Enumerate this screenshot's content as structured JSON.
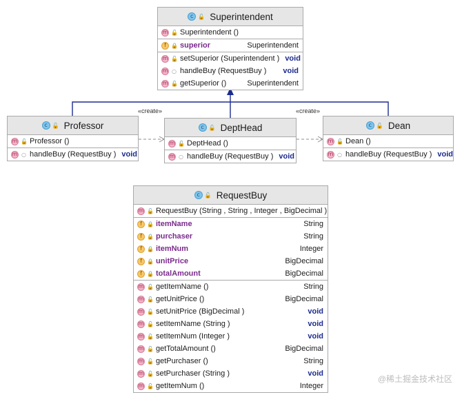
{
  "classes": {
    "superintendent": {
      "name": "Superintendent",
      "kind_icon": "class-icon",
      "members": [
        [
          {
            "kind": "m",
            "vis": "pub",
            "sig": "Superintendent ()",
            "ret": ""
          }
        ],
        [
          {
            "kind": "f",
            "vis": "priv",
            "sig": "superior",
            "ret": "Superintendent"
          }
        ],
        [
          {
            "kind": "m",
            "vis": "pub",
            "sig": "setSuperior (Superintendent )",
            "ret": "void"
          },
          {
            "kind": "m",
            "vis": "pkg",
            "sig": "handleBuy (RequestBuy )",
            "ret": "void"
          },
          {
            "kind": "m",
            "vis": "pub",
            "sig": "getSuperior ()",
            "ret": "Superintendent"
          }
        ]
      ]
    },
    "professor": {
      "name": "Professor",
      "members": [
        [
          {
            "kind": "m",
            "vis": "pub",
            "sig": "Professor ()",
            "ret": ""
          }
        ],
        [
          {
            "kind": "m",
            "vis": "pkg",
            "sig": "handleBuy (RequestBuy )",
            "ret": "void"
          }
        ]
      ]
    },
    "depthead": {
      "name": "DeptHead",
      "members": [
        [
          {
            "kind": "m",
            "vis": "pub",
            "sig": "DeptHead ()",
            "ret": ""
          }
        ],
        [
          {
            "kind": "m",
            "vis": "pkg",
            "sig": "handleBuy (RequestBuy )",
            "ret": "void"
          }
        ]
      ]
    },
    "dean": {
      "name": "Dean",
      "members": [
        [
          {
            "kind": "m",
            "vis": "pub",
            "sig": "Dean ()",
            "ret": ""
          }
        ],
        [
          {
            "kind": "m",
            "vis": "pkg",
            "sig": "handleBuy (RequestBuy )",
            "ret": "void"
          }
        ]
      ]
    },
    "requestbuy": {
      "name": "RequestBuy",
      "members": [
        [
          {
            "kind": "m",
            "vis": "pub",
            "sig": "RequestBuy (String , String , Integer , BigDecimal )",
            "ret": ""
          }
        ],
        [
          {
            "kind": "f",
            "vis": "priv",
            "sig": "itemName",
            "ret": "String"
          },
          {
            "kind": "f",
            "vis": "priv",
            "sig": "purchaser",
            "ret": "String"
          },
          {
            "kind": "f",
            "vis": "priv",
            "sig": "itemNum",
            "ret": "Integer"
          },
          {
            "kind": "f",
            "vis": "priv",
            "sig": "unitPrice",
            "ret": "BigDecimal"
          },
          {
            "kind": "f",
            "vis": "priv",
            "sig": "totalAmount",
            "ret": "BigDecimal"
          }
        ],
        [
          {
            "kind": "m",
            "vis": "pub",
            "sig": "getItemName ()",
            "ret": "String"
          },
          {
            "kind": "m",
            "vis": "pub",
            "sig": "getUnitPrice ()",
            "ret": "BigDecimal"
          },
          {
            "kind": "m",
            "vis": "pub",
            "sig": "setUnitPrice (BigDecimal )",
            "ret": "void"
          },
          {
            "kind": "m",
            "vis": "pub",
            "sig": "setItemName (String )",
            "ret": "void"
          },
          {
            "kind": "m",
            "vis": "pub",
            "sig": "setItemNum (Integer )",
            "ret": "void"
          },
          {
            "kind": "m",
            "vis": "pub",
            "sig": "getTotalAmount ()",
            "ret": "BigDecimal"
          },
          {
            "kind": "m",
            "vis": "pub",
            "sig": "getPurchaser ()",
            "ret": "String"
          },
          {
            "kind": "m",
            "vis": "pub",
            "sig": "setPurchaser (String )",
            "ret": "void"
          },
          {
            "kind": "m",
            "vis": "pub",
            "sig": "getItemNum ()",
            "ret": "Integer"
          }
        ]
      ]
    }
  },
  "stereotypes": {
    "create_left": "«create»",
    "create_right": "«create»"
  },
  "badge_letters": {
    "m": "m",
    "f": "f",
    "c": "c"
  },
  "vis_glyphs": {
    "pub": "🔓",
    "priv": "🔒",
    "pkg": "○"
  },
  "watermark": "@稀土掘金技术社区",
  "colors": {
    "inheritance_line": "#1b2b8f",
    "dependency_line": "#8c8c8c",
    "void": "#1b2b8f",
    "field_name": "#7a2a8c"
  }
}
